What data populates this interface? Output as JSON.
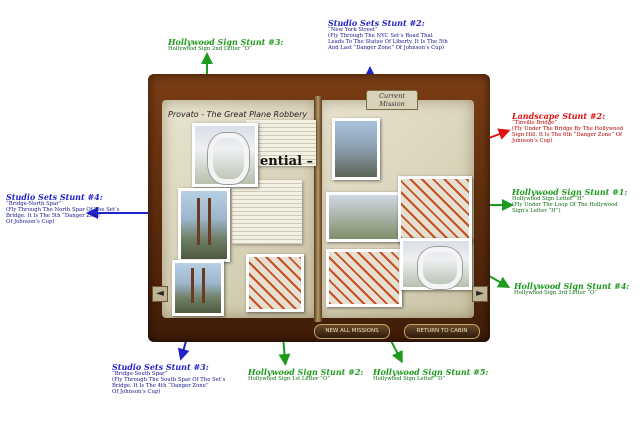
{
  "journal": {
    "current_tab": "Current Mission",
    "mission_title": "Provato - The Great Plane Robbery",
    "headline": "ential –",
    "buttons": {
      "left": "NEW ALL MISSIONS",
      "right": "RETURN TO CABIN"
    },
    "nav": {
      "prev": "◄",
      "next": "►"
    }
  },
  "annotations": [
    {
      "id": "hs3",
      "color": "#1e9a1e",
      "title": "Hollywood Sign Stunt #3:",
      "lines": [
        "Hollywood Sign 2nd Letter “O”"
      ]
    },
    {
      "id": "ss2",
      "color": "#2222cc",
      "title": "Studio Sets Stunt #2:",
      "quote": "“New York Street”",
      "lines": [
        "(Fly Through The NYC Set’s Road That",
        "Leads To The Statue Of Liberty. It Is The 5th",
        "And Last “Danger Zone” Of Johnson’s Cup)"
      ]
    },
    {
      "id": "ls2",
      "color": "#e01010",
      "title": "Landscape Stunt #2:",
      "quote": "“Tinville Bridge”",
      "lines": [
        "(Fly Under The Bridge By The Hollywood",
        "Sign Hill. It Is The 6th “Danger Zone” Of",
        "Johnson’s Cup)"
      ]
    },
    {
      "id": "hs1",
      "color": "#1e9a1e",
      "title": "Hollywood Sign Stunt #1:",
      "lines": [
        "Hollywood Sign Letter “H”",
        "(Fly Under The Loop Of The Hollywood",
        "Sign’s Letter “H”)"
      ]
    },
    {
      "id": "ss4",
      "color": "#2222cc",
      "title": "Studio Sets Stunt #4:",
      "quote": "“Bridge-North Spar”",
      "lines": [
        "(Fly Through The North Spar Of The Set’s",
        "Bridge. It Is The 5th “Danger Zone”",
        "Of Johnson’s Cup)"
      ]
    },
    {
      "id": "hs4",
      "color": "#1e9a1e",
      "title": "Hollywood Sign Stunt #4:",
      "lines": [
        "Hollywood Sign 3rd Letter “O”"
      ]
    },
    {
      "id": "ss3",
      "color": "#2222cc",
      "title": "Studio Sets Stunt #3:",
      "quote": "“Bridge-South Spar”",
      "lines": [
        "(Fly Through The South Spar Of The Set’s",
        "Bridge. It Is The 4th “Danger Zone”",
        "Of Johnson’s Cup)"
      ]
    },
    {
      "id": "hs2",
      "color": "#1e9a1e",
      "title": "Hollywood Sign Stunt #2:",
      "lines": [
        "Hollywood Sign 1st Letter “O”"
      ]
    },
    {
      "id": "hs5",
      "color": "#1e9a1e",
      "title": "Hollywood Sign Stunt #5:",
      "lines": [
        "Hollywood Sign Letter “D”"
      ]
    }
  ]
}
